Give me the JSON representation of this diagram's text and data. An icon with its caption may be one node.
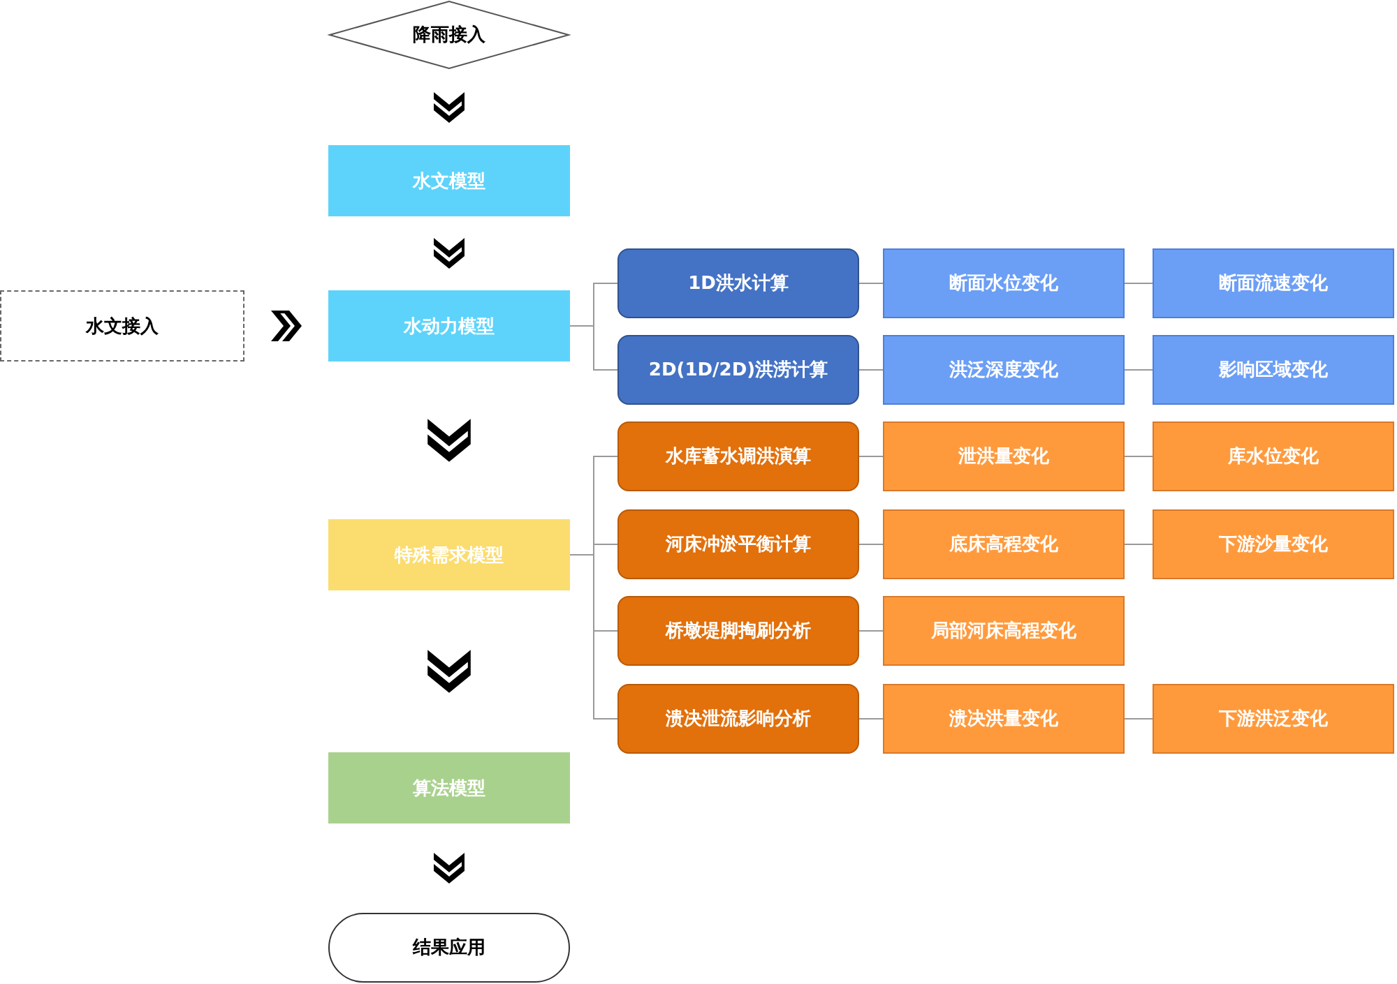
{
  "diagram": {
    "nodes": [
      {
        "text": [
          "降雨接入"
        ]
      },
      {
        "text": [
          "水文模型"
        ]
      },
      {
        "text": [
          "水文接入"
        ]
      },
      {
        "text": [
          "水动力模型"
        ]
      },
      {
        "text": [
          "特殊需求模型"
        ]
      },
      {
        "text": [
          "算法模型"
        ]
      },
      {
        "text": [
          "结果应用"
        ]
      },
      {
        "text": [
          "1D洪水计算"
        ]
      },
      {
        "text": [
          "断面水位变化"
        ]
      },
      {
        "text": [
          "断面流速变化"
        ]
      },
      {
        "text": [
          "2D(1D/2D)洪涝计算"
        ]
      },
      {
        "text": [
          "洪泛深度变化"
        ]
      },
      {
        "text": [
          "影响区域变化"
        ]
      },
      {
        "text": [
          "水库蓄水调洪演算"
        ]
      },
      {
        "text": [
          "泄洪量变化"
        ]
      },
      {
        "text": [
          "库水位变化"
        ]
      },
      {
        "text": [
          "河床冲淤平衡计算"
        ]
      },
      {
        "text": [
          "底床高程变化"
        ]
      },
      {
        "text": [
          "下游沙量变化"
        ]
      },
      {
        "text": [
          "桥墩堤脚掏刷分析"
        ]
      },
      {
        "text": [
          "局部河床高程变化"
        ]
      },
      {
        "text": [
          "溃决泄流影响分析"
        ]
      },
      {
        "text": [
          "溃决洪量变化"
        ]
      },
      {
        "text": [
          "下游洪泛变化"
        ]
      }
    ],
    "edges": [
      {
        "from": 0,
        "to": 1,
        "arrow": "to",
        "style": "thick",
        "color": "#000000"
      },
      {
        "from": 1,
        "to": 3,
        "arrow": "to",
        "style": "thick",
        "color": "#000000"
      },
      {
        "from": 2,
        "to": 3,
        "arrow": "to",
        "style": "thick",
        "color": "#000000"
      },
      {
        "from": 3,
        "to": 4,
        "arrow": "to",
        "style": "thick",
        "color": "#000000"
      },
      {
        "from": 4,
        "to": 5,
        "arrow": "to",
        "style": "thick",
        "color": "#000000"
      },
      {
        "from": 5,
        "to": 6,
        "arrow": "to",
        "style": "thick",
        "color": "#000000"
      },
      {
        "from": 3,
        "to": 7,
        "arrow": "none"
      },
      {
        "from": 3,
        "to": 10,
        "arrow": "none"
      },
      {
        "from": 7,
        "to": 8,
        "arrow": "none"
      },
      {
        "from": 8,
        "to": 9,
        "arrow": "none"
      },
      {
        "from": 10,
        "to": 11,
        "arrow": "none"
      },
      {
        "from": 11,
        "to": 12,
        "arrow": "none"
      },
      {
        "from": 4,
        "to": 13,
        "arrow": "none"
      },
      {
        "from": 4,
        "to": 16,
        "arrow": "none"
      },
      {
        "from": 4,
        "to": 19,
        "arrow": "none"
      },
      {
        "from": 4,
        "to": 21,
        "arrow": "none"
      },
      {
        "from": 13,
        "to": 14,
        "arrow": "none"
      },
      {
        "from": 14,
        "to": 15,
        "arrow": "none"
      },
      {
        "from": 16,
        "to": 17,
        "arrow": "none"
      },
      {
        "from": 17,
        "to": 18,
        "arrow": "none"
      },
      {
        "from": 19,
        "to": 20,
        "arrow": "none"
      },
      {
        "from": 21,
        "to": 22,
        "arrow": "none"
      },
      {
        "from": 22,
        "to": 23,
        "arrow": "none"
      }
    ]
  }
}
